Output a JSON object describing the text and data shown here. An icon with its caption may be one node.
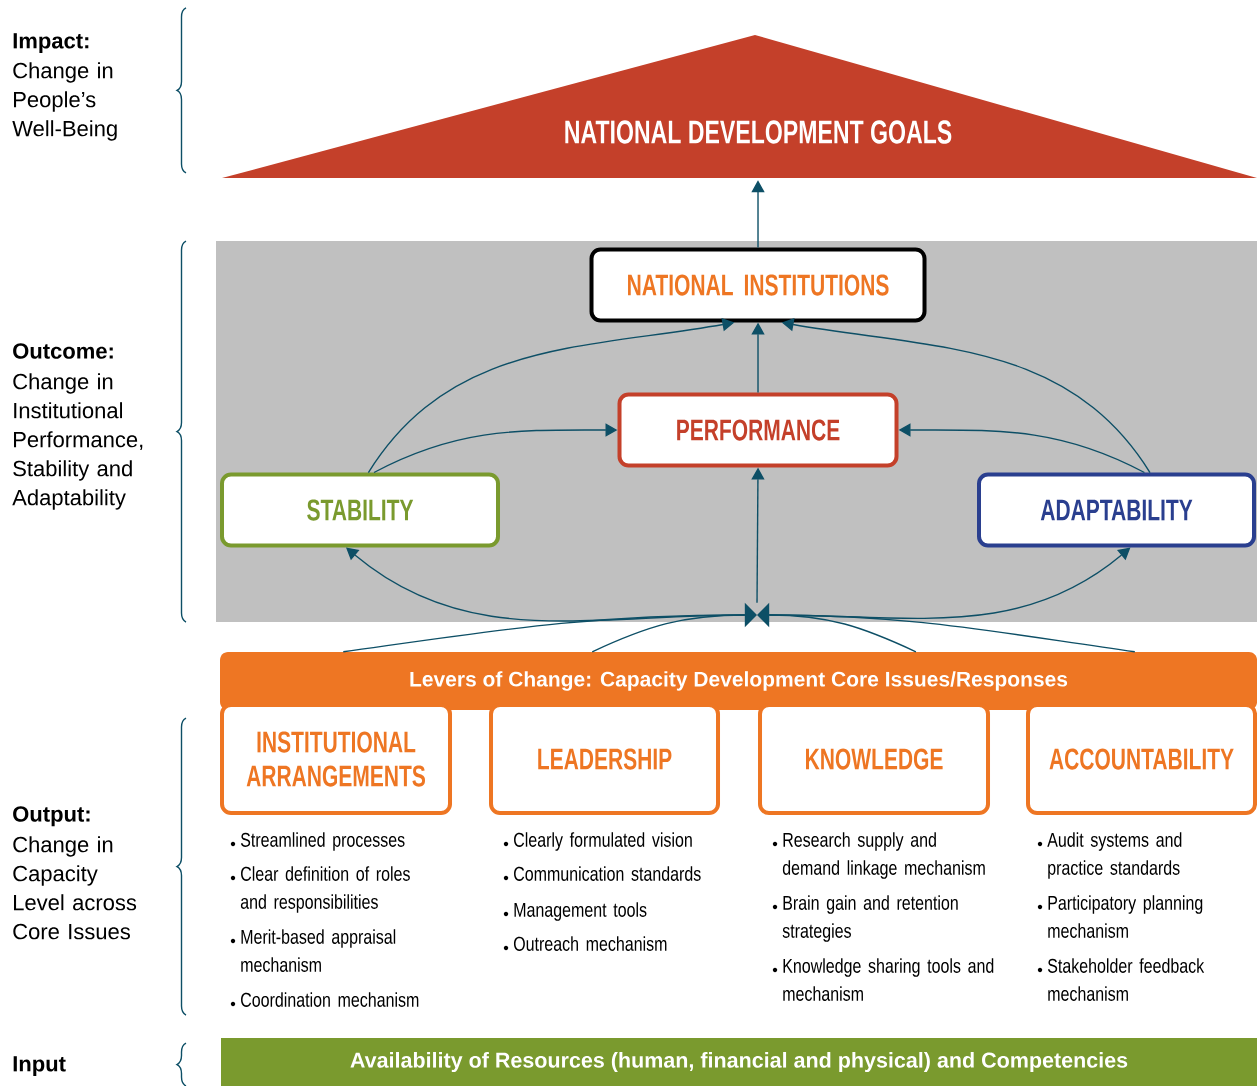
{
  "diagram": {
    "nodes": [
      {
        "text": [
          "NATIONAL DEVELOPMENT GOALS"
        ]
      },
      {
        "text": [
          "NATIONAL INSTITUTIONS"
        ]
      },
      {
        "text": [
          "PERFORMANCE"
        ]
      },
      {
        "text": [
          "STABILITY"
        ]
      },
      {
        "text": [
          "ADAPTABILITY"
        ]
      },
      {
        "text": [],
        "shape": "bowtie"
      },
      {
        "text": [
          "Levers of Change: Capacity Development Core Issues/Responses"
        ]
      },
      {
        "text": [
          "INSTITUTIONAL ARRANGEMENTS"
        ],
        "beside": [
          "Streamlined processes",
          "Clear definition of roles and responsibilities",
          "Merit-based appraisal mechanism",
          "Coordination mechanism"
        ]
      },
      {
        "text": [
          "LEADERSHIP"
        ],
        "beside": [
          "Clearly formulated vision",
          "Communication standards",
          "Management tools",
          "Outreach mechanism"
        ]
      },
      {
        "text": [
          "KNOWLEDGE"
        ],
        "beside": [
          "Research supply and demand linkage mechanism",
          "Brain gain and retention strategies",
          "Knowledge sharing tools and mechanism"
        ]
      },
      {
        "text": [
          "ACCOUNTABILITY"
        ],
        "beside": [
          "Audit systems and practice standards",
          "Participatory planning mechanism",
          "Stakeholder feedback mechanism"
        ]
      },
      {
        "text": [
          "Availability of Resources (human, financial and physical) and Competencies"
        ]
      }
    ],
    "edges": [
      {
        "from": 1,
        "to": 0,
        "arrow": "to"
      },
      {
        "from": 2,
        "to": 1,
        "arrow": "to"
      },
      {
        "from": 3,
        "to": 1,
        "arrow": "to"
      },
      {
        "from": 4,
        "to": 1,
        "arrow": "to"
      },
      {
        "from": 3,
        "to": 2,
        "arrow": "to"
      },
      {
        "from": 4,
        "to": 2,
        "arrow": "to"
      },
      {
        "from": 5,
        "to": 2,
        "arrow": "to"
      },
      {
        "from": 5,
        "to": 3,
        "arrow": "to"
      },
      {
        "from": 5,
        "to": 4,
        "arrow": "to"
      },
      {
        "from": 6,
        "to": 5,
        "arrow": "none"
      },
      {
        "from": 6,
        "to": 5,
        "arrow": "none"
      },
      {
        "from": 6,
        "to": 5,
        "arrow": "none"
      },
      {
        "from": 6,
        "to": 5,
        "arrow": "none"
      }
    ],
    "labels": [
      "Impact:",
      "Change in People’s Well-Being",
      "Outcome:",
      "Change in Institutional Performance, Stability and Adaptability",
      "Output:",
      "Change in Capacity Level across Core Issues",
      "Input"
    ]
  }
}
